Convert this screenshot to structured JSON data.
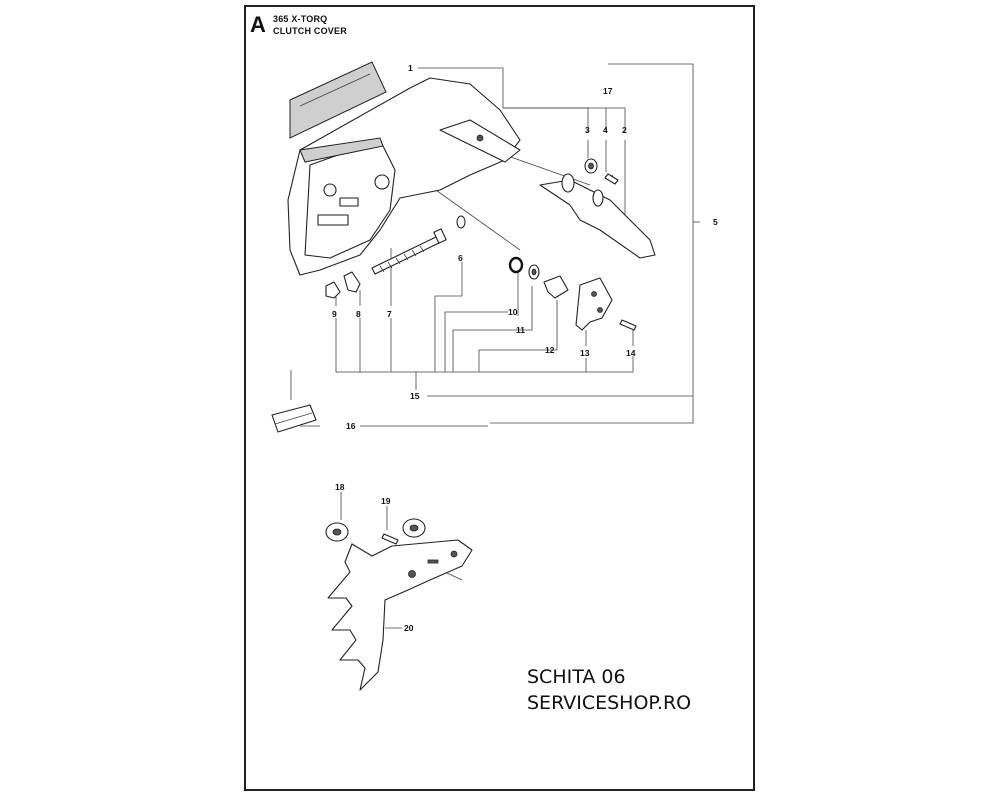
{
  "header": {
    "letter": "A",
    "model": "365 X-TORQ",
    "section": "CLUTCH COVER"
  },
  "callouts": [
    "1",
    "2",
    "3",
    "4",
    "5",
    "6",
    "7",
    "8",
    "9",
    "10",
    "11",
    "12",
    "13",
    "14",
    "15",
    "16",
    "17",
    "18",
    "19",
    "20"
  ],
  "watermark": {
    "line1": "SCHITA 06",
    "line2": "SERVICESHOP.RO"
  }
}
